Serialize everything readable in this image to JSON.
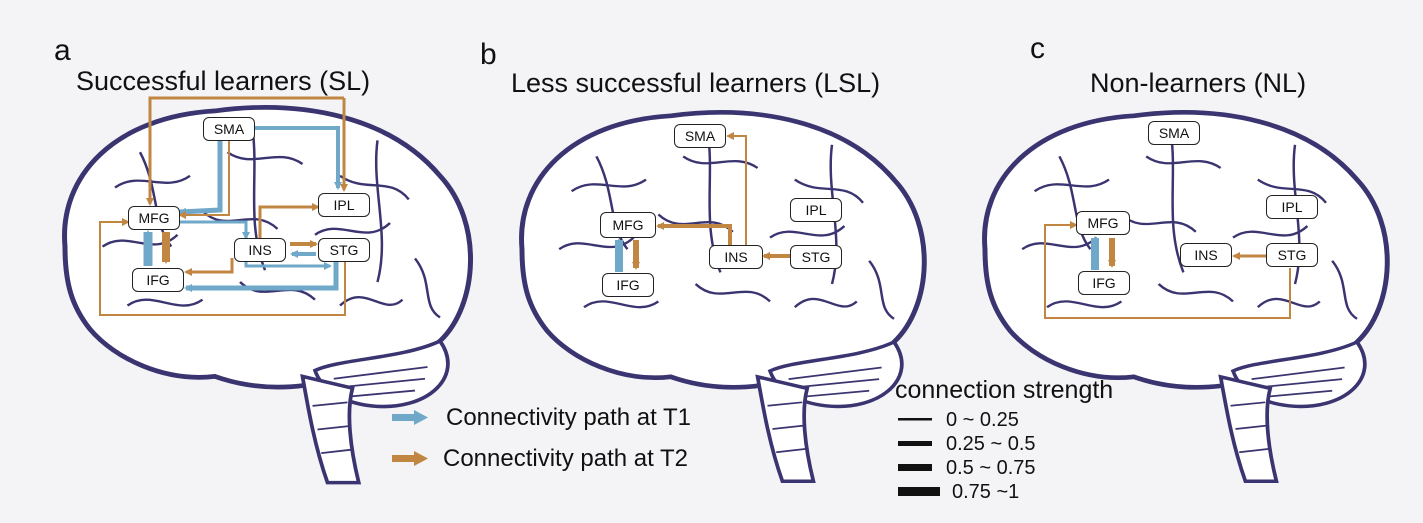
{
  "panels": [
    {
      "letter": "a",
      "title": "Successful learners (SL)"
    },
    {
      "letter": "b",
      "title": "Less successful learners (LSL)"
    },
    {
      "letter": "c",
      "title": "Non-learners (NL)"
    }
  ],
  "regions": {
    "sma": "SMA",
    "ipl": "IPL",
    "mfg": "MFG",
    "ins": "INS",
    "stg": "STG",
    "ifg": "IFG"
  },
  "legend": {
    "t1": "Connectivity path at T1",
    "t2": "Connectivity path at T2"
  },
  "strength": {
    "title": "connection strength",
    "levels": [
      "0 ~ 0.25",
      "0.25 ~ 0.5",
      "0.5 ~ 0.75",
      "0.75 ~1"
    ]
  },
  "colors": {
    "t1": "#6fa8c8",
    "t2": "#c08642",
    "brain_outline": "#3a3470",
    "background": "#f4f4f6"
  }
}
